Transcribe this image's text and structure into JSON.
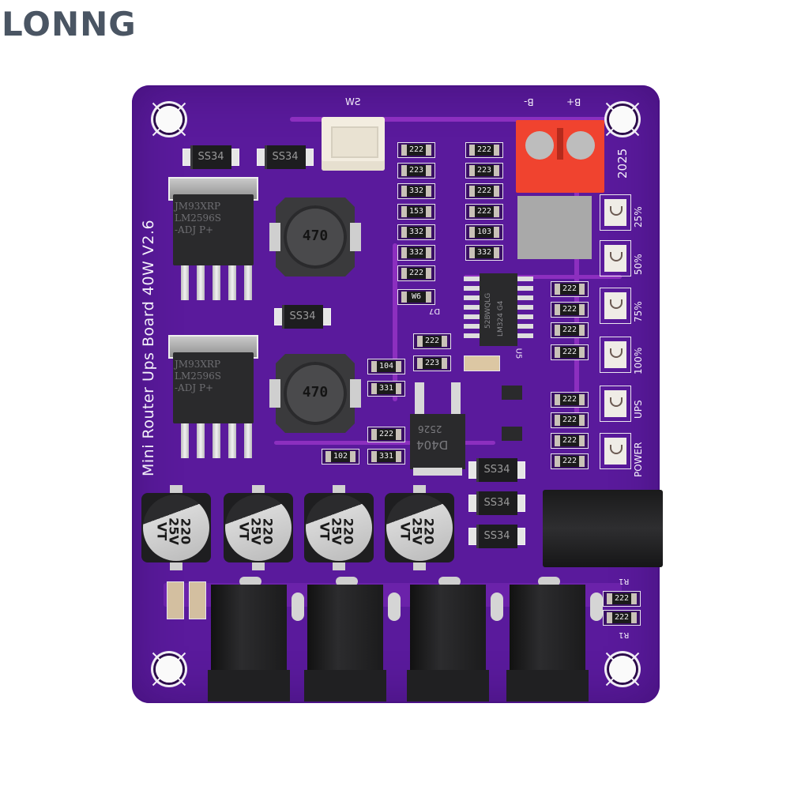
{
  "brand": {
    "name": "LONNG",
    "color": "#4a5563"
  },
  "board": {
    "color": "#5a1a9c",
    "title": "Mini Router Ups Board 40W V2.6",
    "year": "2025",
    "connectors": {
      "switch_label": "SW",
      "battery_neg_label": "B-",
      "battery_pos_label": "B+"
    },
    "led_labels": [
      "25%",
      "50%",
      "75%",
      "100%",
      "UPS",
      "POWER"
    ],
    "regulators": [
      {
        "lines": [
          "JM93XRP",
          "LM2596S",
          "-ADJ   P+"
        ]
      },
      {
        "lines": [
          "JM93XRP",
          "LM2596S",
          "-ADJ   P+"
        ]
      }
    ],
    "inductors": [
      "470",
      "470"
    ],
    "diodes": [
      "SS34",
      "SS34",
      "SS34",
      "SS34",
      "SS34",
      "SS34"
    ],
    "capacitors": [
      {
        "value": "220",
        "voltage": "25V",
        "series": "VT"
      },
      {
        "value": "220",
        "voltage": "25V",
        "series": "VT"
      },
      {
        "value": "220",
        "voltage": "25V",
        "series": "VT"
      },
      {
        "value": "220",
        "voltage": "25V",
        "series": "VT"
      }
    ],
    "op_amp": {
      "line1": "52BWQLG",
      "line2": "LM324 G4",
      "ref": "U5"
    },
    "mosfet": {
      "line1": "D404",
      "line2": "2526"
    },
    "d7_label": "D7",
    "small_diode": "W6",
    "resistor_col1": [
      "222",
      "223",
      "332",
      "153",
      "332",
      "332",
      "222"
    ],
    "resistor_col2": [
      "222",
      "223",
      "222",
      "222",
      "103",
      "332"
    ],
    "resistor_led_col_a": [
      "222",
      "222",
      "222",
      "222"
    ],
    "resistor_led_col_b": [
      "222",
      "222",
      "222",
      "222"
    ],
    "resistor_mid": [
      "104",
      "331",
      "222",
      "223",
      "222",
      "102",
      "331"
    ],
    "resistor_bottom_right": [
      "222",
      "222"
    ],
    "r1_label": "R1",
    "resistor_right_small": "222"
  }
}
